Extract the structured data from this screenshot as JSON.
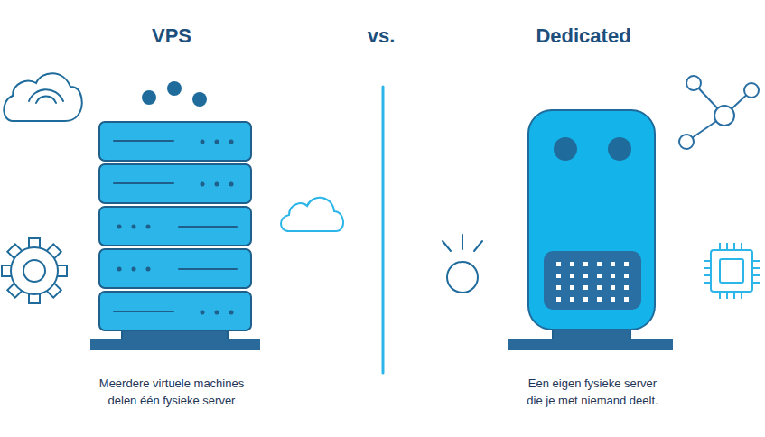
{
  "diagram": {
    "labels": [
      "VPS",
      "vs.",
      "Dedicated",
      "Meerdere virtuele machines delen één fysieke server",
      "Een eigen fysieke server die je met niemand deelt."
    ]
  }
}
